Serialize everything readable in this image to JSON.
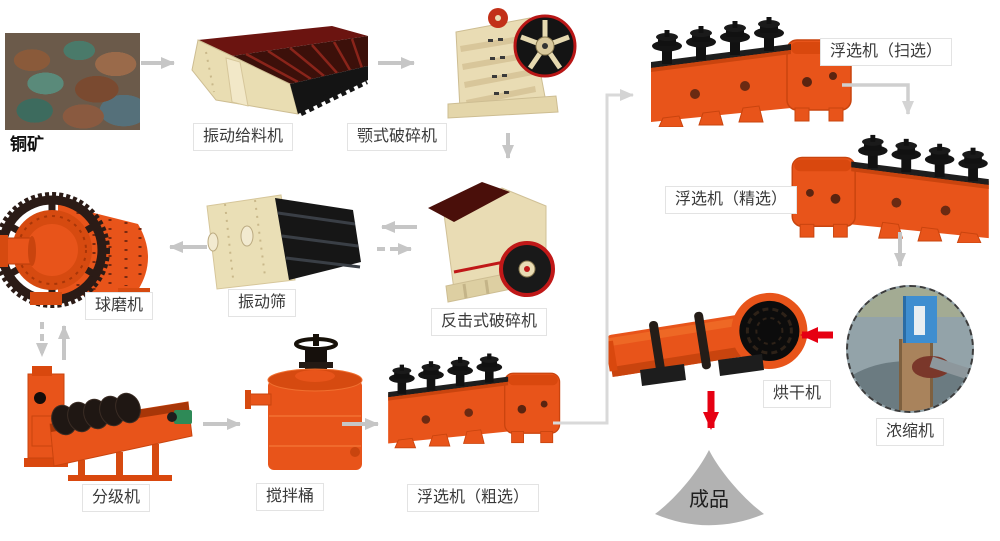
{
  "diagram_type": "process-flow",
  "colors": {
    "background": "#ffffff",
    "machine_orange": "#e8541a",
    "machine_orange_dark": "#c9440e",
    "machine_cream": "#eadfb6",
    "machine_dark_red": "#6b1410",
    "machine_black": "#161616",
    "arrow_gray": "#c6c6c6",
    "connector_gray": "#d9d9d9",
    "arrow_red": "#e60012",
    "label_border": "#e3e3e3",
    "label_text": "#3a3a3a",
    "product_gray": "#b2b2b2"
  },
  "nodes": {
    "ore": {
      "label": "铜矿"
    },
    "feeder": {
      "label": "振动给料机"
    },
    "jaw_crusher": {
      "label": "颚式破碎机"
    },
    "flotation_scavenging": {
      "label": "浮选机（扫选）"
    },
    "flotation_cleaning": {
      "label": "浮选机（精选）"
    },
    "ball_mill": {
      "label": "球磨机"
    },
    "vibrating_screen": {
      "label": "振动筛"
    },
    "impact_crusher": {
      "label": "反击式破碎机"
    },
    "dryer": {
      "label": "烘干机"
    },
    "thickener": {
      "label": "浓缩机"
    },
    "classifier": {
      "label": "分级机"
    },
    "mixing_barrel": {
      "label": "搅拌桶"
    },
    "flotation_roughing": {
      "label": "浮选机（粗选）"
    },
    "product": {
      "label": "成品"
    }
  },
  "flow": [
    {
      "from": "铜矿",
      "to": "振动给料机",
      "style": "solid-gray"
    },
    {
      "from": "振动给料机",
      "to": "颚式破碎机",
      "style": "solid-gray"
    },
    {
      "from": "颚式破碎机",
      "to": "反击式破碎机",
      "style": "solid-gray"
    },
    {
      "from": "反击式破碎机",
      "to": "振动筛",
      "style": "solid-gray"
    },
    {
      "from": "振动筛",
      "to": "反击式破碎机",
      "style": "dashed-gray"
    },
    {
      "from": "振动筛",
      "to": "球磨机",
      "style": "solid-gray"
    },
    {
      "from": "球磨机",
      "to": "分级机",
      "style": "dashed-gray"
    },
    {
      "from": "分级机",
      "to": "球磨机",
      "style": "solid-gray"
    },
    {
      "from": "分级机",
      "to": "搅拌桶",
      "style": "solid-gray"
    },
    {
      "from": "搅拌桶",
      "to": "浮选机（粗选）",
      "style": "solid-gray"
    },
    {
      "from": "浮选机（粗选）",
      "to": "浮选机（扫选）",
      "style": "elbow-gray"
    },
    {
      "from": "浮选机（扫选）",
      "to": "浮选机（精选）",
      "style": "elbow-gray"
    },
    {
      "from": "浮选机（精选）",
      "to": "浓缩机",
      "style": "solid-gray"
    },
    {
      "from": "浓缩机",
      "to": "烘干机",
      "style": "solid-red"
    },
    {
      "from": "烘干机",
      "to": "成品",
      "style": "solid-red"
    }
  ]
}
